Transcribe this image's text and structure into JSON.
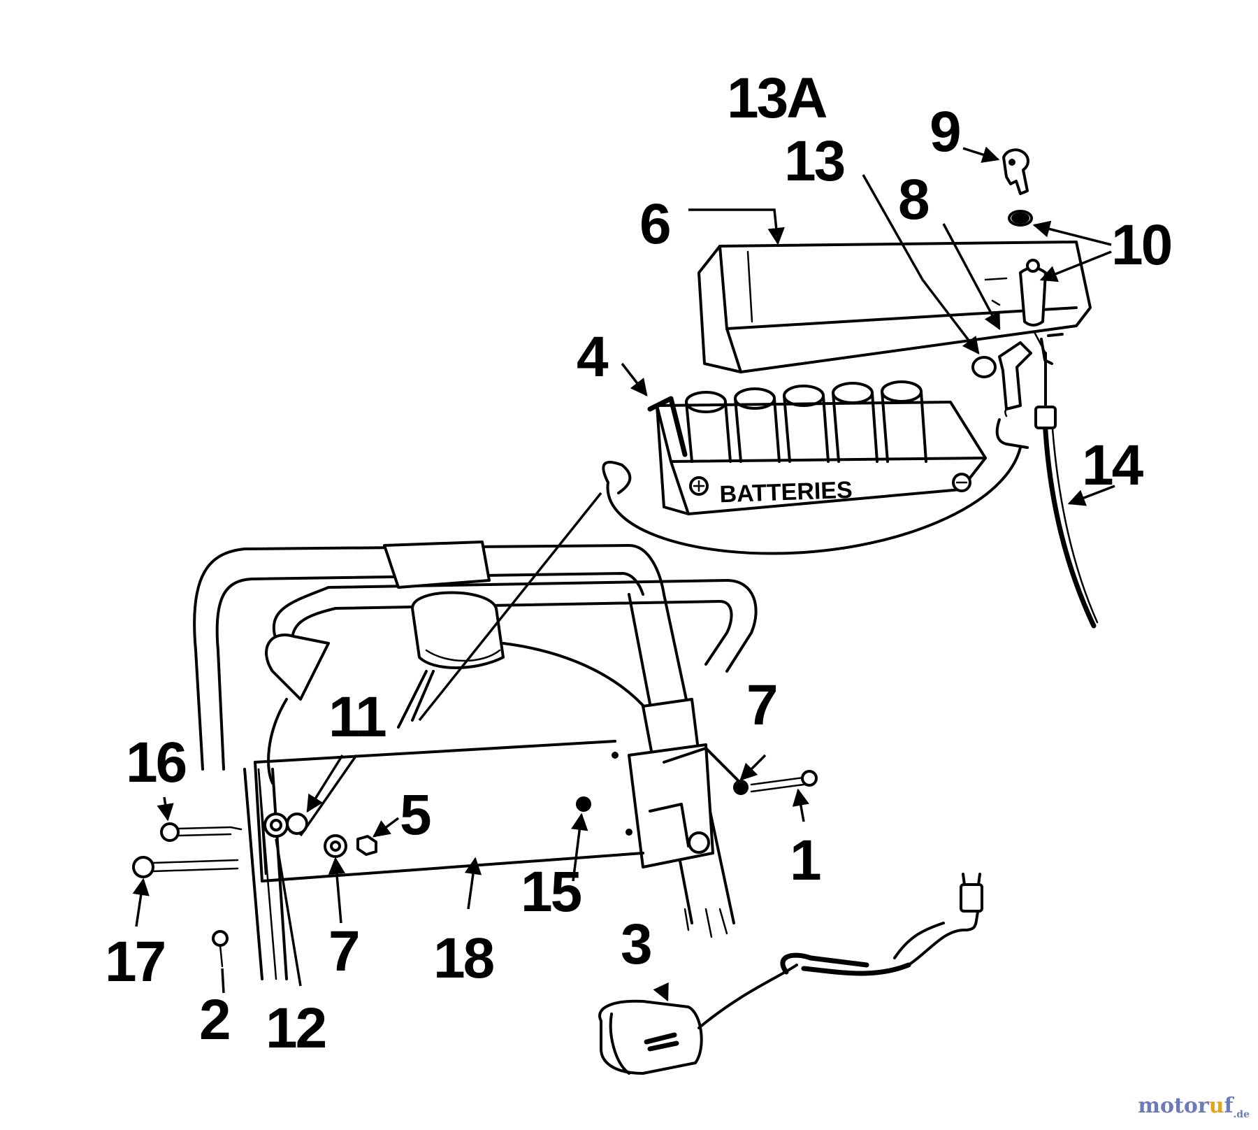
{
  "diagram": {
    "callouts": [
      {
        "id": "c-13A",
        "label": "13A"
      },
      {
        "id": "c-13",
        "label": "13"
      },
      {
        "id": "c-9",
        "label": "9"
      },
      {
        "id": "c-8",
        "label": "8"
      },
      {
        "id": "c-10",
        "label": "10"
      },
      {
        "id": "c-6",
        "label": "6"
      },
      {
        "id": "c-4",
        "label": "4"
      },
      {
        "id": "c-14",
        "label": "14"
      },
      {
        "id": "c-11",
        "label": "11"
      },
      {
        "id": "c-7a",
        "label": "7"
      },
      {
        "id": "c-16",
        "label": "16"
      },
      {
        "id": "c-5",
        "label": "5"
      },
      {
        "id": "c-1",
        "label": "1"
      },
      {
        "id": "c-15",
        "label": "15"
      },
      {
        "id": "c-3",
        "label": "3"
      },
      {
        "id": "c-17",
        "label": "17"
      },
      {
        "id": "c-7b",
        "label": "7"
      },
      {
        "id": "c-18",
        "label": "18"
      },
      {
        "id": "c-2",
        "label": "2"
      },
      {
        "id": "c-12",
        "label": "12"
      }
    ],
    "battery_tray_label": "BATTERIES"
  },
  "watermark": {
    "main": "motor",
    "accent": "u",
    "tail": "f",
    "tld": ".de",
    "colors": {
      "main": "#6b7ab8",
      "accent": "#e3a31a"
    }
  }
}
